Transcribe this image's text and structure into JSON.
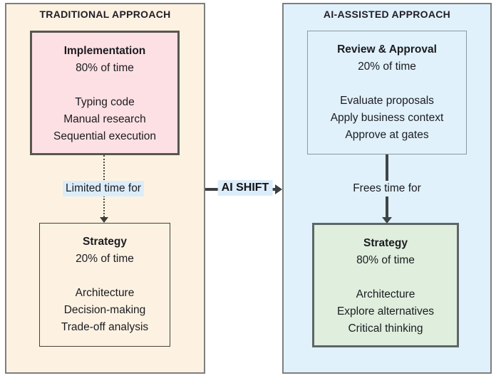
{
  "diagram": {
    "left_panel": {
      "title": "TRADITIONAL APPROACH",
      "impl_box": {
        "heading": "Implementation",
        "subheading": "80% of time",
        "items": [
          "Typing code",
          "Manual research",
          "Sequential execution"
        ]
      },
      "connector_label": "Limited time for",
      "strategy_box": {
        "heading": "Strategy",
        "subheading": "20% of time",
        "items": [
          "Architecture",
          "Decision-making",
          "Trade-off analysis"
        ]
      }
    },
    "shift_label": "AI SHIFT",
    "right_panel": {
      "title": "AI-ASSISTED APPROACH",
      "review_box": {
        "heading": "Review & Approval",
        "subheading": "20% of time",
        "items": [
          "Evaluate proposals",
          "Apply business context",
          "Approve at gates"
        ]
      },
      "connector_label": "Frees time for",
      "strategy_box": {
        "heading": "Strategy",
        "subheading": "80% of time",
        "items": [
          "Architecture",
          "Explore alternatives",
          "Critical thinking"
        ]
      }
    },
    "colors": {
      "left_panel_bg": "#fdf2e2",
      "right_panel_bg": "#e0f1fb",
      "implementation_box_bg": "#fce0e4",
      "strategy_green_bg": "#dfeedd",
      "highlight_bg": "#dcedf9",
      "panel_border": "#7e7e7e",
      "dark_box_border": "#57574f",
      "arrow": "#3f4447",
      "text": "#1b1b20"
    }
  }
}
